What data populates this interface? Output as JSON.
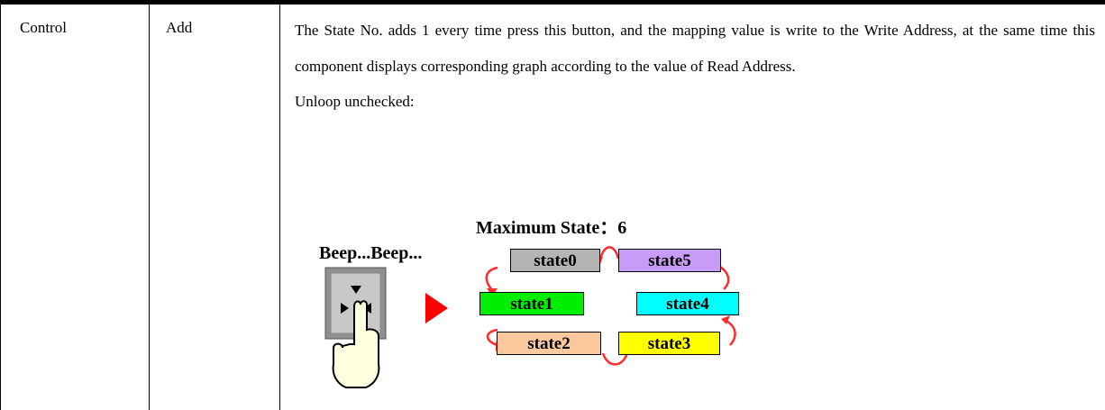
{
  "row": {
    "category": "Control",
    "name": "Add",
    "description": "The State No. adds 1 every time press this button, and the mapping value is write to the Write Address, at the same time this component displays corresponding graph according to the value of Read Address.",
    "note": "Unloop unchecked:"
  },
  "diagram": {
    "caption": "Beep...Beep...",
    "max_label": "Maximum State：6",
    "states": [
      {
        "label": "state0",
        "color": "#b4b4b4"
      },
      {
        "label": "state1",
        "color": "#00ee00"
      },
      {
        "label": "state2",
        "color": "#fcc89e"
      },
      {
        "label": "state3",
        "color": "#ffff00"
      },
      {
        "label": "state4",
        "color": "#00ffff"
      },
      {
        "label": "state5",
        "color": "#c89cf6"
      }
    ],
    "arrow_color": "#ff0000",
    "loop_arrow_color": "#ff2b2b"
  }
}
